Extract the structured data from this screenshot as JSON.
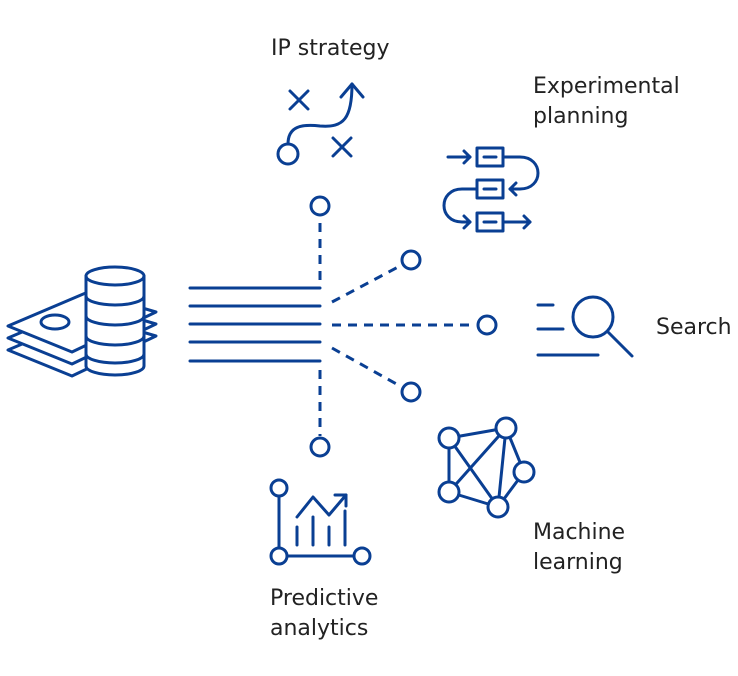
{
  "labels": {
    "ip_strategy": "IP strategy",
    "experimental_1": "Experimental",
    "experimental_2": "planning",
    "search": "Search",
    "machine_1": "Machine",
    "machine_2": "learning",
    "predictive_1": "Predictive",
    "predictive_2": "analytics"
  },
  "colors": {
    "stroke": "#0a3f93",
    "text": "#222222",
    "background": "#ffffff"
  },
  "icons": [
    "database-stack-icon",
    "strategy-path-icon",
    "workflow-icon",
    "search-icon",
    "network-graph-icon",
    "bar-chart-trend-icon"
  ]
}
